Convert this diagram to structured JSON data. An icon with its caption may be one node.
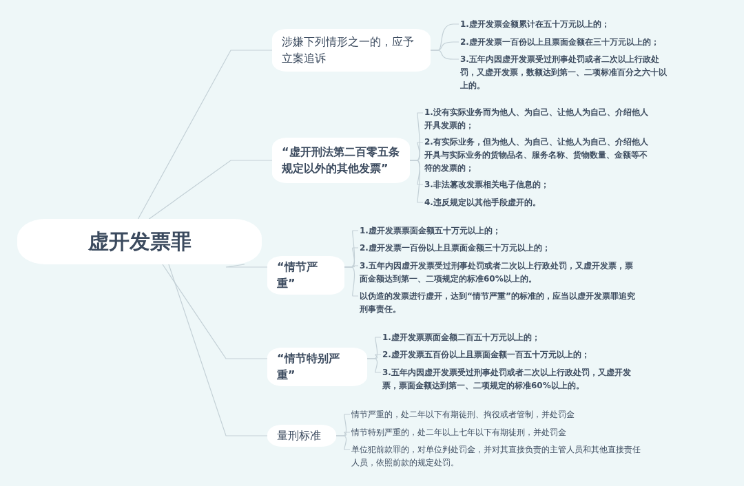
{
  "diagram": {
    "nodes": [
      {
        "text": [
          "虚开发票罪"
        ]
      },
      {
        "text": [
          "涉嫌下列情形之一的，应予立案追诉"
        ]
      },
      {
        "text": [
          "1.虚开发票金额累计在五十万元以上的；"
        ]
      },
      {
        "text": [
          "2.虚开发票一百份以上且票面金额在三十万元以上的；"
        ]
      },
      {
        "text": [
          "3.五年内因虚开发票受过刑事处罚或者二次以上行政处罚，又虚开发票，数额达到第一、二项标准百分之六十以上的。"
        ]
      },
      {
        "text": [
          "“虚开刑法第二百零五条规定以外的其他发票”"
        ]
      },
      {
        "text": [
          "1.没有实际业务而为他人、为自己、让他人为自己、介绍他人开具发票的；"
        ]
      },
      {
        "text": [
          "2.有实际业务，但为他人、为自己、让他人为自己、介绍他人开具与实际业务的货物品名、服务名称、货物数量、金额等不符的发票的；"
        ]
      },
      {
        "text": [
          "3.非法篡改发票相关电子信息的；"
        ]
      },
      {
        "text": [
          "4.违反规定以其他手段虚开的。"
        ]
      },
      {
        "text": [
          "“情节严重”"
        ]
      },
      {
        "text": [
          "1.虚开发票票面金额五十万元以上的；"
        ]
      },
      {
        "text": [
          "2.虚开发票一百份以上且票面金额三十万元以上的；"
        ]
      },
      {
        "text": [
          "3.五年内因虚开发票受过刑事处罚或者二次以上行政处罚，又虚开发票，票面金额达到第一、二项规定的标准60%以上的。"
        ]
      },
      {
        "text": [
          "以伪造的发票进行虚开，达到“情节严重”的标准的，应当以虚开发票罪追究刑事责任。"
        ]
      },
      {
        "text": [
          "“情节特别严重”"
        ]
      },
      {
        "text": [
          "1.虚开发票票面金额二百五十万元以上的；"
        ]
      },
      {
        "text": [
          "2.虚开发票五百份以上且票面金额一百五十万元以上的；"
        ]
      },
      {
        "text": [
          "3.五年内因虚开发票受过刑事处罚或者二次以上行政处罚，又虚开发票，票面金额达到第一、二项规定的标准60%以上的。"
        ]
      },
      {
        "text": [
          "量刑标准"
        ]
      },
      {
        "text": [
          "情节严重的，处二年以下有期徒刑、拘役或者管制，并处罚金"
        ]
      },
      {
        "text": [
          "情节特别严重的，处二年以上七年以下有期徒刑，并处罚金"
        ]
      },
      {
        "text": [
          "单位犯前款罪的，对单位判处罚金，并对其直接负责的主管人员和其他直接责任人员，依照前款的规定处罚。"
        ]
      }
    ],
    "edges": [
      {
        "from": 0,
        "to": 1,
        "arrow": "none"
      },
      {
        "from": 1,
        "to": 2,
        "arrow": "none"
      },
      {
        "from": 1,
        "to": 3,
        "arrow": "none"
      },
      {
        "from": 1,
        "to": 4,
        "arrow": "none"
      },
      {
        "from": 0,
        "to": 5,
        "arrow": "none"
      },
      {
        "from": 5,
        "to": 6,
        "arrow": "none"
      },
      {
        "from": 5,
        "to": 7,
        "arrow": "none"
      },
      {
        "from": 5,
        "to": 8,
        "arrow": "none"
      },
      {
        "from": 5,
        "to": 9,
        "arrow": "none"
      },
      {
        "from": 0,
        "to": 10,
        "arrow": "none"
      },
      {
        "from": 10,
        "to": 11,
        "arrow": "none"
      },
      {
        "from": 10,
        "to": 12,
        "arrow": "none"
      },
      {
        "from": 10,
        "to": 13,
        "arrow": "none"
      },
      {
        "from": 10,
        "to": 14,
        "arrow": "none"
      },
      {
        "from": 0,
        "to": 15,
        "arrow": "none"
      },
      {
        "from": 15,
        "to": 16,
        "arrow": "none"
      },
      {
        "from": 15,
        "to": 17,
        "arrow": "none"
      },
      {
        "from": 15,
        "to": 18,
        "arrow": "none"
      },
      {
        "from": 0,
        "to": 19,
        "arrow": "none"
      },
      {
        "from": 19,
        "to": 20,
        "arrow": "none"
      },
      {
        "from": 19,
        "to": 21,
        "arrow": "none"
      },
      {
        "from": 19,
        "to": 22,
        "arrow": "none"
      }
    ]
  }
}
